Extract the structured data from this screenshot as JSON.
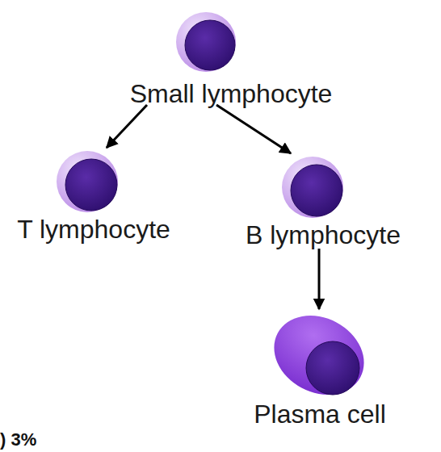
{
  "diagram": {
    "nodes": [
      {
        "text": [
          "Small lymphocyte"
        ]
      },
      {
        "text": [
          "T lymphocyte"
        ]
      },
      {
        "text": [
          "B lymphocyte"
        ]
      },
      {
        "text": [
          "Plasma cell"
        ]
      }
    ],
    "edges": [
      {
        "from": 0,
        "to": 1,
        "arrow": "to"
      },
      {
        "from": 0,
        "to": 2,
        "arrow": "to"
      },
      {
        "from": 2,
        "to": 3,
        "arrow": "to"
      }
    ],
    "labels": [
      ") 3%"
    ]
  }
}
